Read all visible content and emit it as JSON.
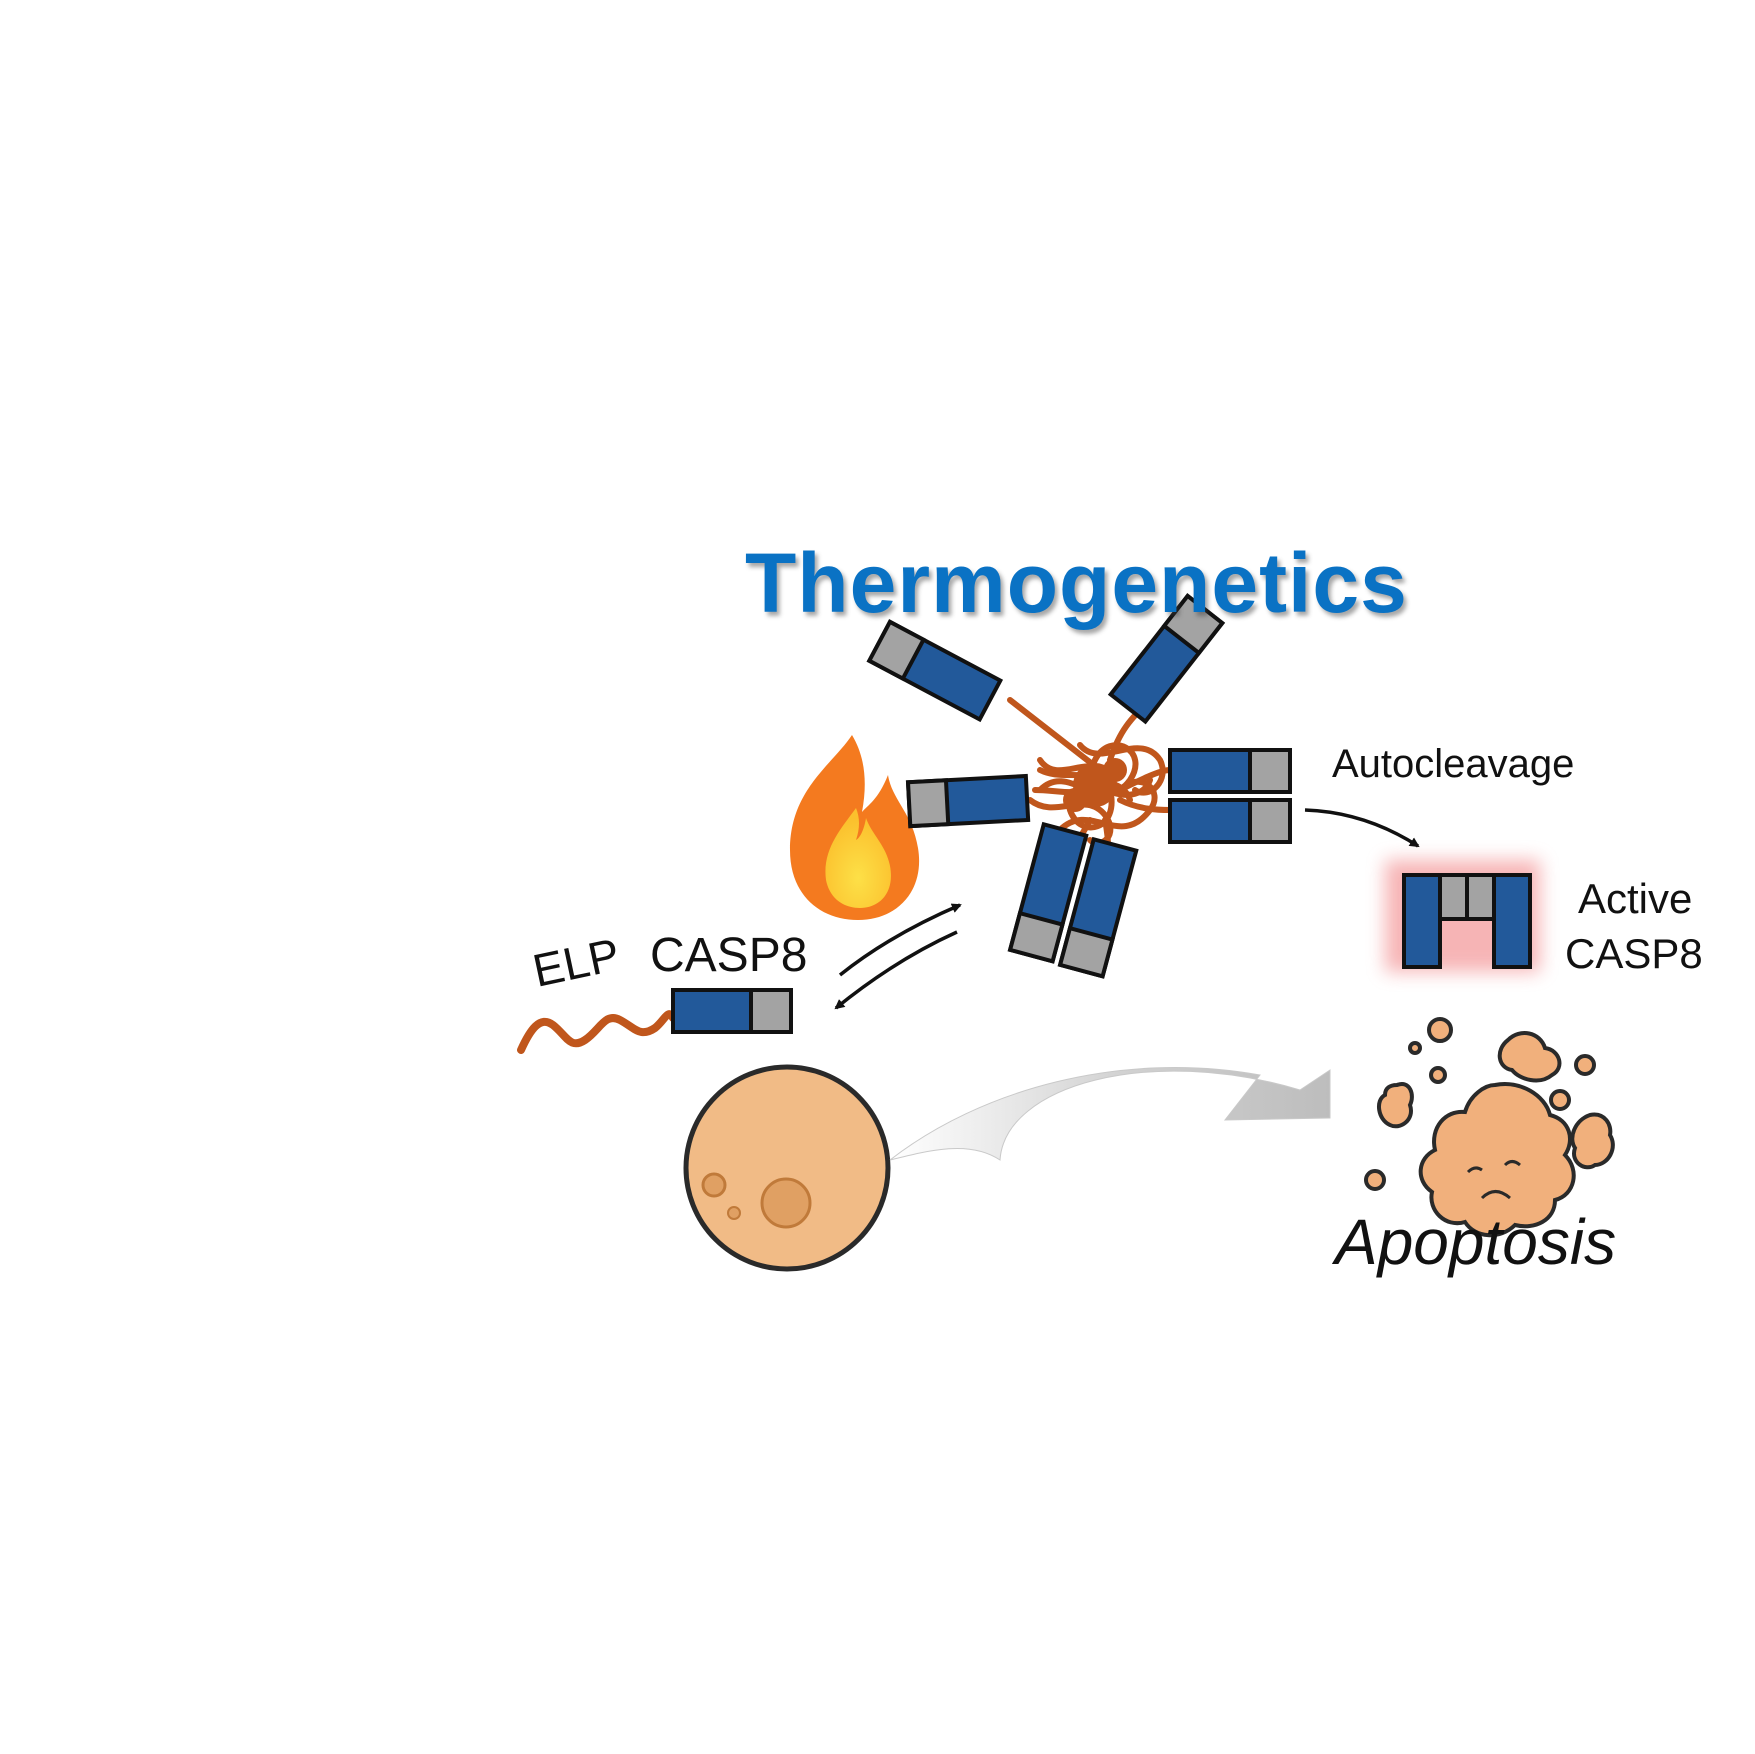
{
  "title": "Thermogenetics",
  "labels": {
    "elp": "ELP",
    "casp8": "CASP8",
    "autocleavage": "Autocleavage",
    "active": "Active",
    "active_casp8": "CASP8",
    "apoptosis": "Apoptosis"
  },
  "colors": {
    "title": "#0a72c4",
    "casp8_domain": "#22599a",
    "prodomain": "#a3a3a3",
    "elp": "#c0561c",
    "cell": "#f1bb86",
    "flame_outer": "#f47a1f",
    "flame_inner": "#fcd02a",
    "active_glow": "#f0787a"
  },
  "icons": [
    "flame-icon",
    "healthy-cell-icon",
    "apoptotic-cell-icon",
    "transition-arrow-icon"
  ]
}
